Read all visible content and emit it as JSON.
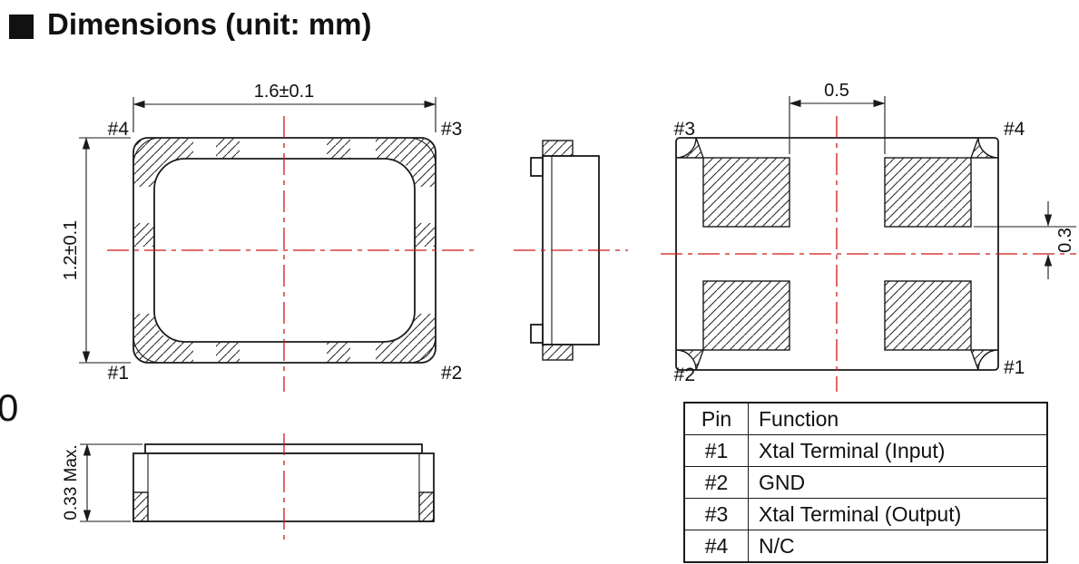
{
  "title": "Dimensions (unit: mm)",
  "stray_text": "0",
  "colors": {
    "centerline": "#d01818",
    "line": "#1a1a1a"
  },
  "top_view": {
    "dim_width": "1.6±0.1",
    "dim_height": "1.2±0.1",
    "pins": {
      "top_left": "#4",
      "top_right": "#3",
      "bottom_left": "#1",
      "bottom_right": "#2"
    }
  },
  "bottom_view": {
    "dim_pad_gap": "0.5",
    "dim_pad_offset": "0.3",
    "pins": {
      "top_left": "#3",
      "top_right": "#4",
      "bottom_left": "#2",
      "bottom_right": "#1"
    }
  },
  "side_view": {
    "dim_height": "0.33 Max."
  },
  "pin_table": {
    "headers": [
      "Pin",
      "Function"
    ],
    "rows": [
      {
        "pin": "#1",
        "function": "Xtal Terminal (Input)"
      },
      {
        "pin": "#2",
        "function": "GND"
      },
      {
        "pin": "#3",
        "function": "Xtal Terminal (Output)"
      },
      {
        "pin": "#4",
        "function": "N/C"
      }
    ]
  }
}
